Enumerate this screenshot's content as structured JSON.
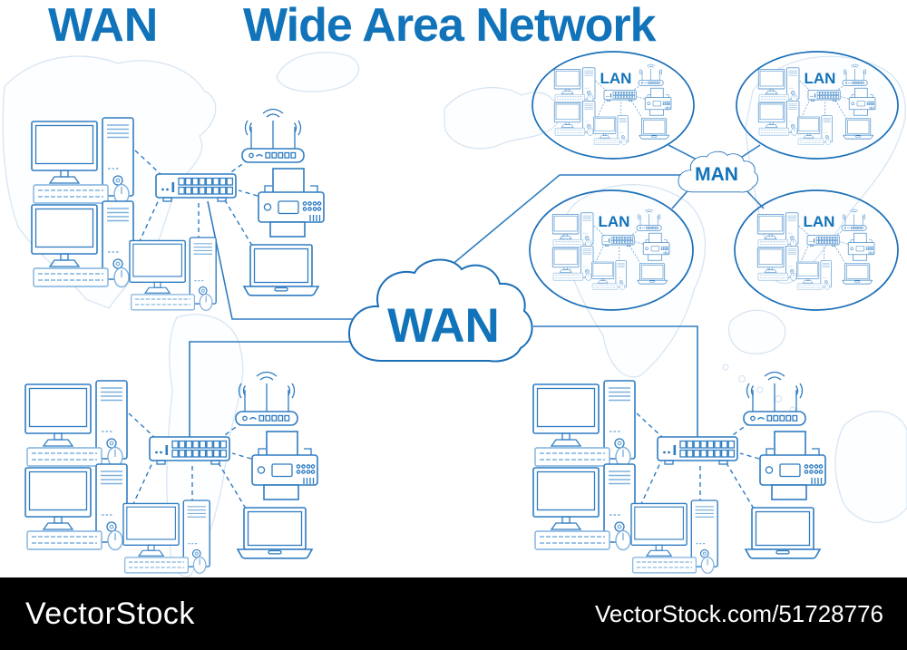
{
  "header": {
    "title_abbr": "WAN",
    "title_full": "Wide Area Network"
  },
  "diagram": {
    "wan_cloud": {
      "label": "WAN"
    },
    "man_cloud": {
      "label": "MAN"
    },
    "lan_ovals": [
      {
        "label": "LAN",
        "position": "top-left"
      },
      {
        "label": "LAN",
        "position": "top-right"
      },
      {
        "label": "LAN",
        "position": "bottom-left"
      },
      {
        "label": "LAN",
        "position": "bottom-right"
      }
    ],
    "lan_clusters": [
      {
        "position": "top-left",
        "devices": [
          "desktop-computer",
          "desktop-computer",
          "desktop-computer",
          "network-switch",
          "wifi-router",
          "printer",
          "laptop"
        ]
      },
      {
        "position": "bottom-left",
        "devices": [
          "desktop-computer",
          "desktop-computer",
          "desktop-computer",
          "network-switch",
          "wifi-router",
          "printer",
          "laptop"
        ]
      },
      {
        "position": "bottom-right",
        "devices": [
          "desktop-computer",
          "desktop-computer",
          "desktop-computer",
          "network-switch",
          "wifi-router",
          "printer",
          "laptop"
        ]
      }
    ],
    "colors": {
      "label_blue": "#1173b9",
      "line_blue": "#2e7cc1",
      "light_blue": "#7fb1de",
      "oval_blue": "#1b6fb8",
      "map_blue": "#d7e5f3"
    }
  },
  "footer": {
    "brand": "VectorStock",
    "image_ref": "VectorStock.com/51728776",
    "background": "#000000",
    "text_color": "#ffffff"
  }
}
